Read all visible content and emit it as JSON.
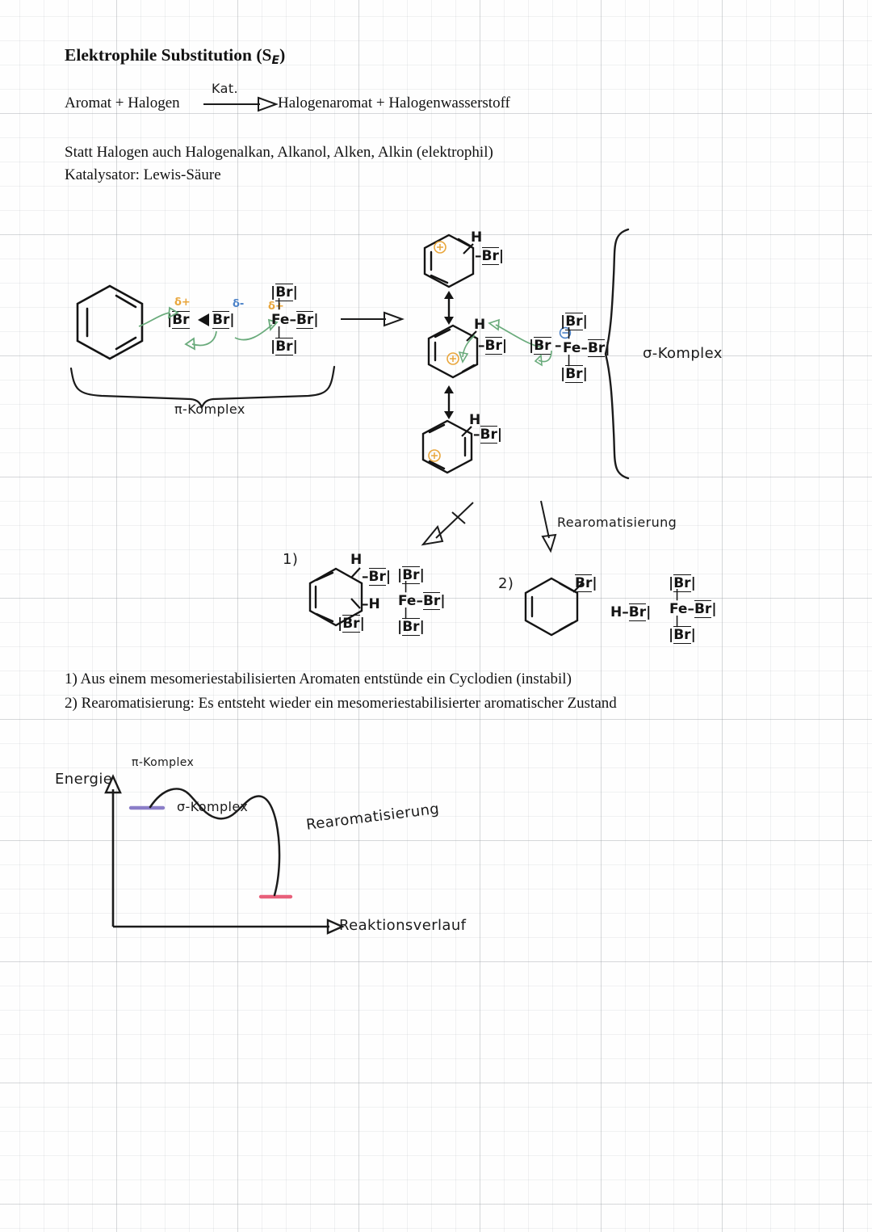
{
  "document": {
    "title": "Elektrophile Substitution (S",
    "title_subscript": "E",
    "title_close": ")",
    "kind": "handwritten-chemistry-notes",
    "paper": "graph-paper"
  },
  "reaction_line": {
    "left": "Aromat + Halogen",
    "arrow_label": "Kat.",
    "right": "Halogenaromat + Halogenwasserstoff"
  },
  "notes": {
    "line1": "Statt Halogen auch Halogenalkan, Alkanol, Alken, Alkin (elektrophil)",
    "line2": "Katalysator: Lewis-Säure"
  },
  "scheme": {
    "pi_complex_label": "π-Komplex",
    "sigma_complex_label": "σ-Komplex",
    "rearomatisierung_label": "Rearomatisierung",
    "path1_number": "1)",
    "path2_number": "2)",
    "delta_plus": "δ+",
    "delta_minus": "δ-",
    "plus_charge": "⊕",
    "minus_charge": "⊖",
    "atoms": {
      "h": "H",
      "fe": "Fe",
      "br": "Br",
      "hbr_left": "H"
    }
  },
  "footnotes": {
    "line1": "1) Aus einem mesomeriestabilisierten Aromaten entstünde ein Cyclodien (instabil)",
    "line2": "2) Rearomatisierung: Es entsteht wieder ein mesomeriestabilisierter aromatischer Zustand"
  },
  "energy_diagram": {
    "y_axis_label": "Energie",
    "x_axis_label": "Reaktionsverlauf",
    "peak1_label": "π-Komplex",
    "valley_label": "σ-Komplex",
    "descent_label": "Rearomatisierung",
    "start_level_color": "#8b7ec8",
    "product_level_color": "#e8607a"
  },
  "colors": {
    "ink": "#1b1b1b",
    "print": "#121212",
    "arrow_green": "#6aab7c",
    "charge_orange": "#e9a63c",
    "charge_blue": "#4b82c8",
    "grid": "#9aa0a6"
  }
}
